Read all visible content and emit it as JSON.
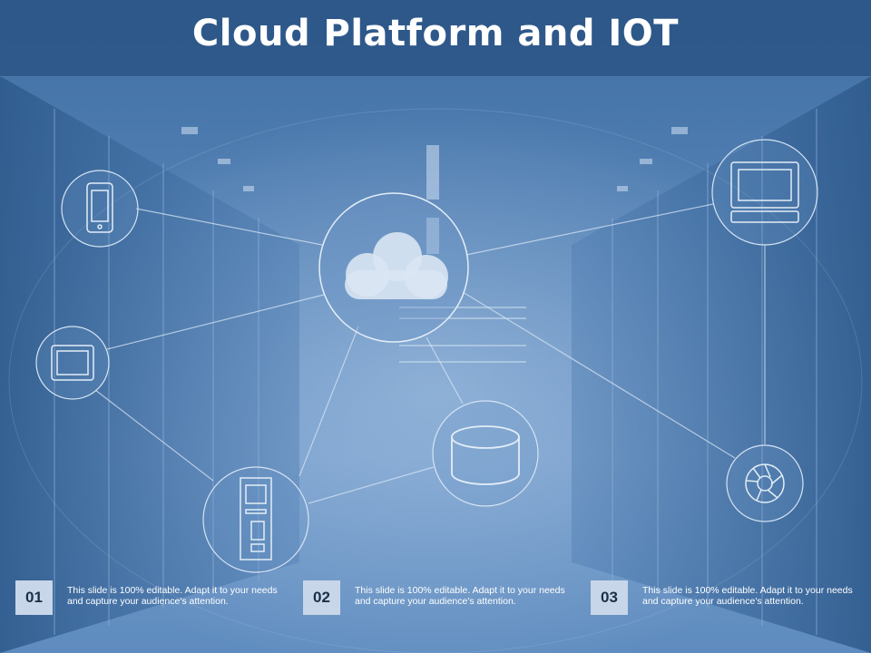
{
  "slide": {
    "title": "Cloud Platform and IOT"
  },
  "nodes": [
    {
      "name": "cloud-icon"
    },
    {
      "name": "phone-icon"
    },
    {
      "name": "laptop-icon"
    },
    {
      "name": "tablet-icon"
    },
    {
      "name": "database-icon"
    },
    {
      "name": "server-tower-icon"
    },
    {
      "name": "camera-shutter-icon"
    }
  ],
  "footer": {
    "items": [
      {
        "number": "01",
        "text": "This slide is 100% editable. Adapt it to your needs and capture your audience's attention."
      },
      {
        "number": "02",
        "text": "This slide is 100% editable. Adapt it to your needs and capture your audience's attention."
      },
      {
        "number": "03",
        "text": "This slide is 100% editable. Adapt it to your needs and capture your audience's attention."
      }
    ]
  },
  "colors": {
    "background": "#5a86b8",
    "title_bar": "#2b5584",
    "number_box": "#c7d6e8",
    "number_text": "#1b2f48",
    "text": "#ffffff"
  }
}
